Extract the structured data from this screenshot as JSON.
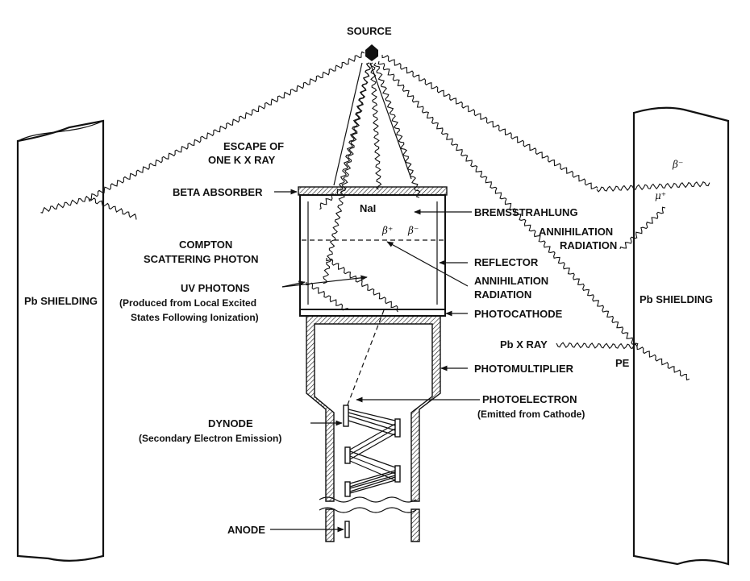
{
  "labels": {
    "source": "SOURCE",
    "escape_line1": "ESCAPE OF",
    "escape_line2": "ONE K X RAY",
    "beta_absorber": "BETA ABSORBER",
    "nai": "NaI",
    "bremsstrahlung": "BREMSSTRAHLUNG",
    "annihilation_right_line1": "ANNIHILATION",
    "annihilation_right_line2": "RADIATION",
    "compton_line1": "COMPTON",
    "compton_line2": "SCATTERING PHOTON",
    "reflector": "REFLECTOR",
    "annihilation_center_line1": "ANNIHILATION",
    "annihilation_center_line2": "RADIATION",
    "uv_line1": "UV PHOTONS",
    "uv_line2": "(Produced from Local Excited",
    "uv_line3": "States Following Ionization)",
    "photocathode": "PHOTOCATHODE",
    "pb_shielding_left": "Pb SHIELDING",
    "pb_shielding_right": "Pb SHIELDING",
    "pb_xray": "Pb X RAY",
    "pe": "PE",
    "photomultiplier": "PHOTOMULTIPLIER",
    "photoelectron_line1": "PHOTOELECTRON",
    "photoelectron_line2": "(Emitted from Cathode)",
    "dynode_line1": "DYNODE",
    "dynode_line2": "(Secondary Electron Emission)",
    "anode": "ANODE",
    "beta_plus": "β⁺",
    "beta_minus_crystal": "β⁻",
    "beta_minus_right": "β⁻",
    "mu_plus": "μ⁺"
  }
}
